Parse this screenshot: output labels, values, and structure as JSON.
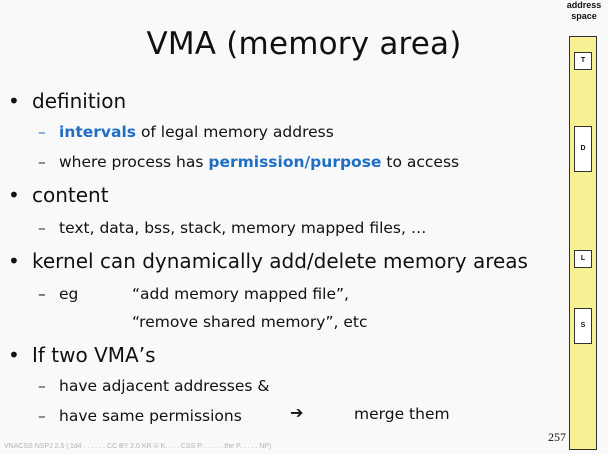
{
  "title": "VMA (memory area)",
  "bullets": {
    "definition": {
      "label": "definition",
      "sub1_hl": "intervals",
      "sub1_rest": " of legal memory address",
      "sub2_pre": "where process has ",
      "sub2_hl": "permission/purpose",
      "sub2_rest": " to access"
    },
    "content": {
      "label": "content",
      "sub1": "text, data, bss, stack, memory mapped files, …"
    },
    "kernel": {
      "label": "kernel can dynamically add/delete memory areas",
      "eg_label": "eg",
      "eg1": "“add memory mapped file”,",
      "eg2": "“remove shared memory”, etc"
    },
    "two_vma": {
      "label": "If two VMA’s",
      "sub1": "have adjacent addresses &",
      "sub2": "have same permissions",
      "arrow": "➔",
      "result": "merge them"
    }
  },
  "bullet_glyph": "•",
  "dash_glyph": "–",
  "address_space": {
    "label_line1": "address",
    "label_line2": "space",
    "segments": [
      "T",
      "D",
      "L",
      "S"
    ],
    "bar_color": "#f7f193"
  },
  "page_number": "257",
  "footer": "VNACSS NSPJ 2.5 | 1d4 . . . . . . CC BY 2.0 KR © K. . . . CSS P. . . . . . the P. . . . . NP)"
}
